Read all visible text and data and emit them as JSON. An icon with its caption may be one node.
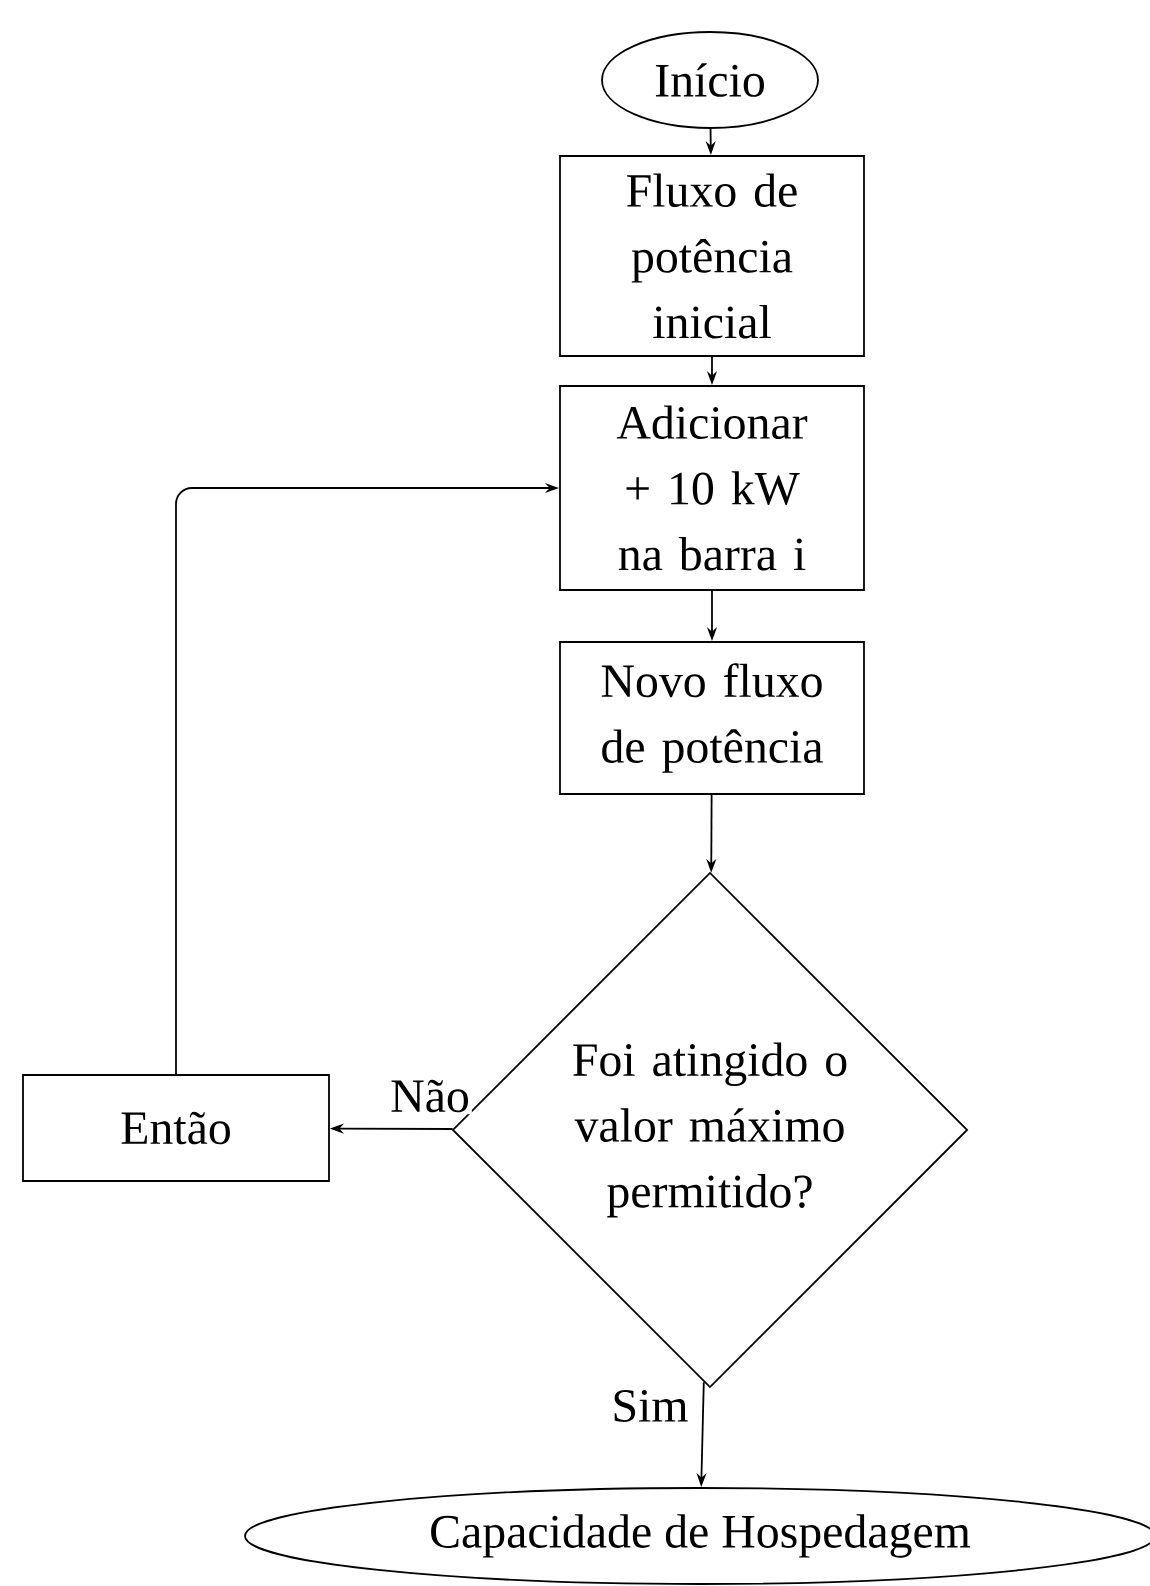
{
  "diagram": {
    "nodes": [
      {
        "text": [
          "Início"
        ]
      },
      {
        "text": [
          "Fluxo de potência inicial"
        ]
      },
      {
        "text": [
          "Adicionar + 10 kW na barra i"
        ]
      },
      {
        "text": [
          "Novo fluxo de potência"
        ]
      },
      {
        "text": [
          "Foi atingido o valor máximo permitido?"
        ]
      },
      {
        "text": [
          "Então"
        ]
      },
      {
        "text": [
          "Capacidade de Hospedagem"
        ]
      }
    ],
    "edges": [
      {
        "from": 0,
        "to": 1,
        "arrow": "to"
      },
      {
        "from": 1,
        "to": 2,
        "arrow": "to"
      },
      {
        "from": 2,
        "to": 3,
        "arrow": "to"
      },
      {
        "from": 3,
        "to": 4,
        "arrow": "to"
      },
      {
        "from": 4,
        "to": 5,
        "arrow": "to",
        "label": "Não"
      },
      {
        "from": 4,
        "to": 6,
        "arrow": "to",
        "label": "Sim"
      },
      {
        "from": 5,
        "to": 2,
        "arrow": "to"
      }
    ]
  }
}
